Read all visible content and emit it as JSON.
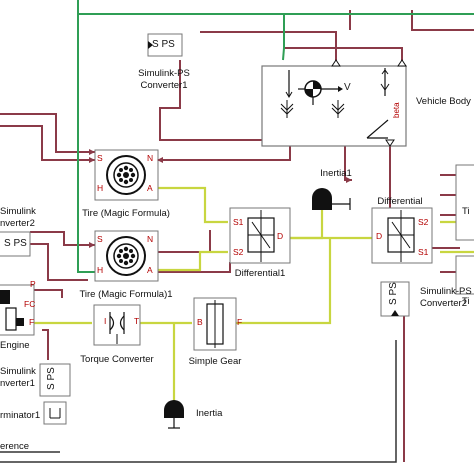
{
  "blocks": {
    "simulink_ps_converter1": {
      "label_line1": "Simulink-PS",
      "label_line2": "Converter1",
      "icon": "S PS"
    },
    "vehicle_body": {
      "label": "Vehicle Body",
      "port_beta": "beta",
      "port_v": "V"
    },
    "tire_mf": {
      "label": "Tire (Magic Formula)",
      "ports": [
        "S",
        "N",
        "H",
        "A"
      ]
    },
    "tire_mf1": {
      "label": "Tire (Magic Formula)1",
      "ports": [
        "S",
        "N",
        "H",
        "A"
      ]
    },
    "differential1": {
      "label": "Differential1",
      "ports": [
        "S1",
        "S2",
        "D"
      ]
    },
    "differential": {
      "label": "Differential",
      "ports": [
        "S2",
        "S1",
        "D"
      ]
    },
    "inertia1": {
      "label": "Inertia1"
    },
    "inertia": {
      "label": "Inertia"
    },
    "torque_converter": {
      "label": "Torque Converter",
      "ports": [
        "I",
        "T"
      ]
    },
    "simple_gear": {
      "label": "Simple Gear",
      "ports": [
        "B",
        "F"
      ]
    },
    "simulink_ps_converter2": {
      "label_line1": "Simulink-PS",
      "label_line2": "Converter2",
      "icon": "S PS"
    },
    "simulink_converter2_left": {
      "label_line1": "Simulink",
      "label_line2": "nverter2",
      "icon": "S PS"
    },
    "engine": {
      "label": "Engine",
      "ports": [
        "P",
        "FC",
        "F"
      ]
    },
    "simulink_converter1_left": {
      "label_line1": "Simulink",
      "label_line2": "nverter1",
      "icon": "S PS"
    },
    "terminator1": {
      "label": "rminator1"
    },
    "reference": {
      "label": "erence"
    },
    "tire_right_1": {
      "label": "Ti"
    },
    "tire_right_2": {
      "label": "Ti"
    }
  },
  "colors": {
    "physical_line": "#c8d640",
    "signal_line": "#8b3a48",
    "green_line": "#2f9e55",
    "dark_line": "#333333",
    "port_text": "#b30000"
  }
}
